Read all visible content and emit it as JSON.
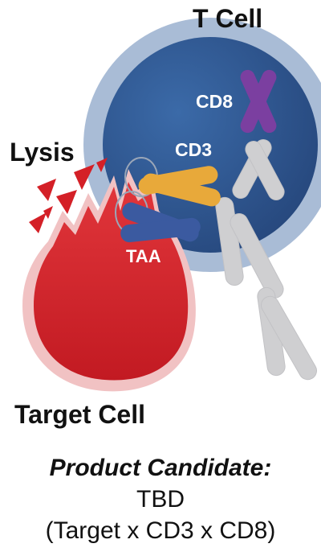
{
  "labels": {
    "t_cell": "T Cell",
    "lysis": "Lysis",
    "cd8": "CD8",
    "cd3": "CD3",
    "taa": "TAA",
    "target_cell": "Target Cell"
  },
  "caption": {
    "title": "Product Candidate:",
    "line2": "TBD",
    "line3": "(Target x CD3 x CD8)"
  },
  "colors": {
    "t_cell_outer": "#a9bcd6",
    "t_cell_inner": "#2f5791",
    "target_cell": "#d42027",
    "cd8": "#7b3fa0",
    "cd3": "#e8a93a",
    "taa": "#3b5aa0",
    "antibody": "#cfcfd1"
  }
}
